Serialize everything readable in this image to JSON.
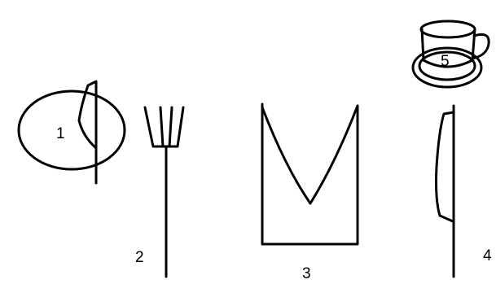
{
  "items": [
    {
      "number": "1",
      "icon": "plate-with-napkin-icon"
    },
    {
      "number": "2",
      "icon": "fork-icon"
    },
    {
      "number": "3",
      "icon": "folded-napkin-icon"
    },
    {
      "number": "4",
      "icon": "knife-icon"
    },
    {
      "number": "5",
      "icon": "cup-and-saucer-icon"
    }
  ],
  "colors": {
    "ink": "#000000",
    "background": "#ffffff"
  }
}
